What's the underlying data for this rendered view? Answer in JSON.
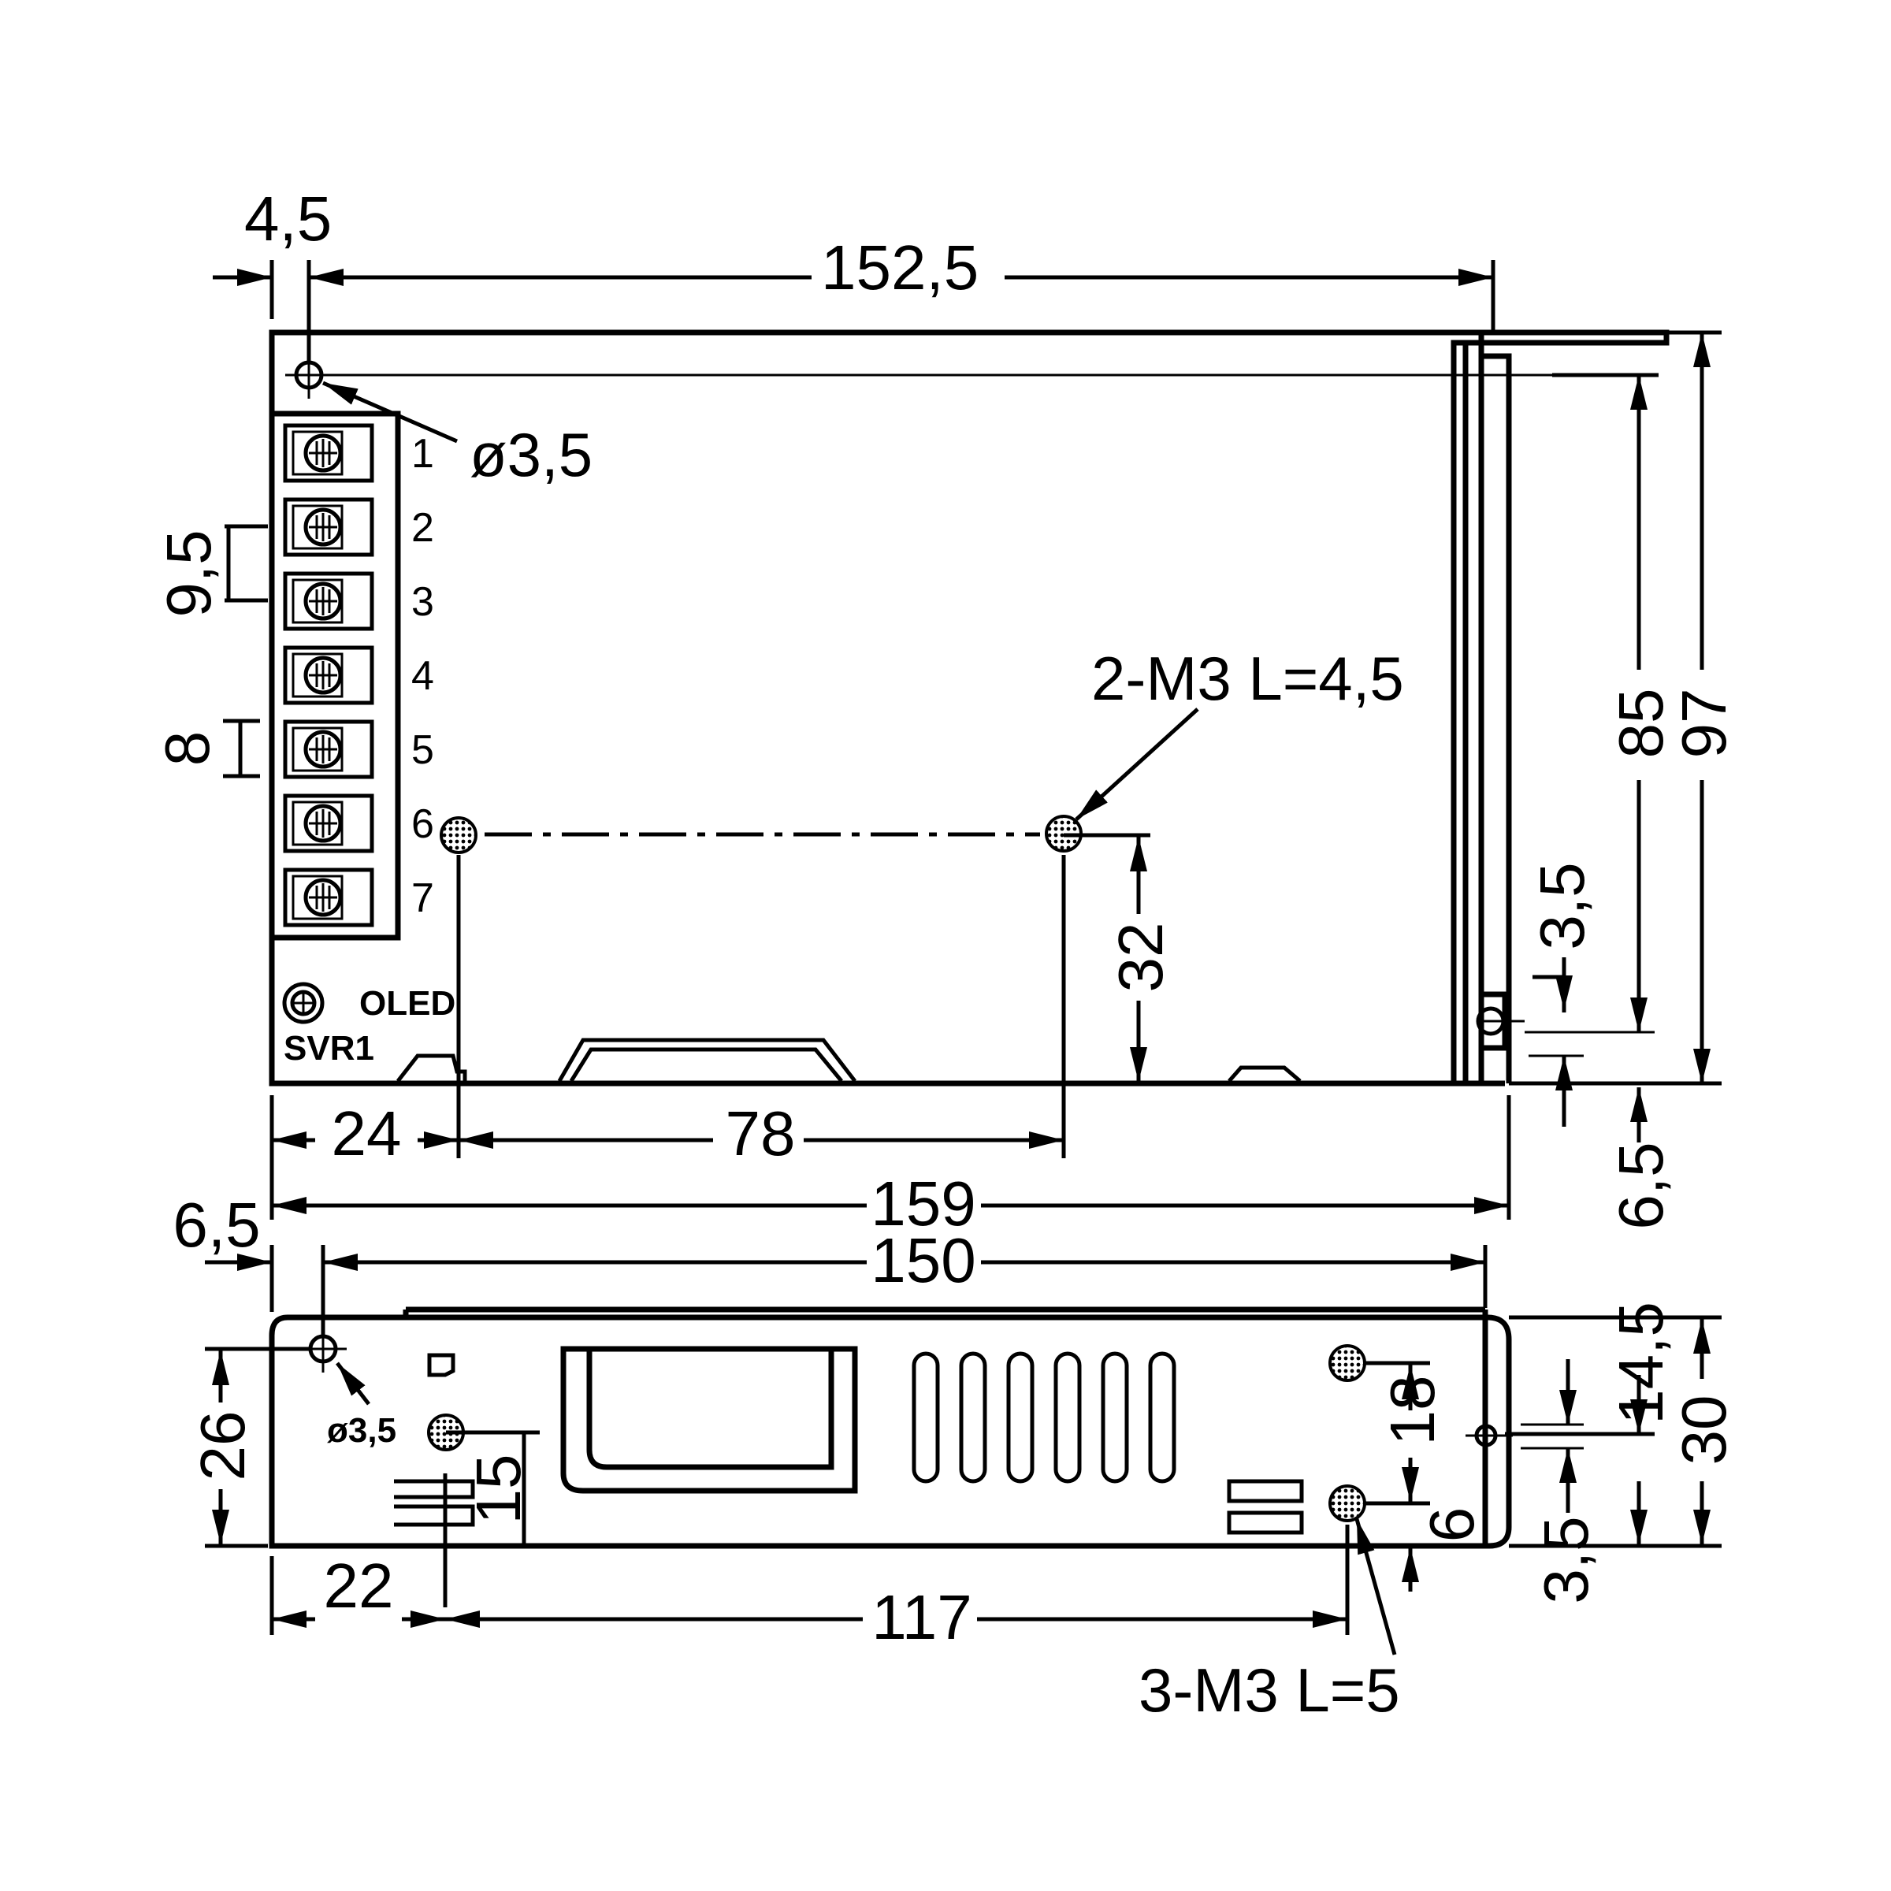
{
  "top_view": {
    "dimensions": {
      "offset_left": "4,5",
      "hole_span": "152,5",
      "mount_hole": "ø3,5",
      "terminal_pitch": "9,5",
      "terminal_width": "8",
      "screw_callout": "2-M3 L=4,5",
      "height_outer": "97",
      "height_holes": "85",
      "side_hole_offset": "3,5",
      "bottom_offset": "6,5",
      "screw_height": "32",
      "screw_left": "24",
      "screw_span": "78",
      "length_total": "159"
    },
    "terminals": [
      "1",
      "2",
      "3",
      "4",
      "5",
      "6",
      "7"
    ],
    "led_label": "OLED",
    "svr_label": "SVR1"
  },
  "side_view": {
    "dimensions": {
      "offset_left": "6,5",
      "hole_span": "150",
      "height_total": "30",
      "hole_height": "14,5",
      "bottom_offset": "3,5",
      "left_hole_height": "26",
      "mount_hole": "ø3,5",
      "screw_gap": "15",
      "screw_left": "22",
      "screw_span": "117",
      "screw_vertical": "18",
      "screw_bottom": "6",
      "screw_callout": "3-M3 L=5"
    }
  }
}
